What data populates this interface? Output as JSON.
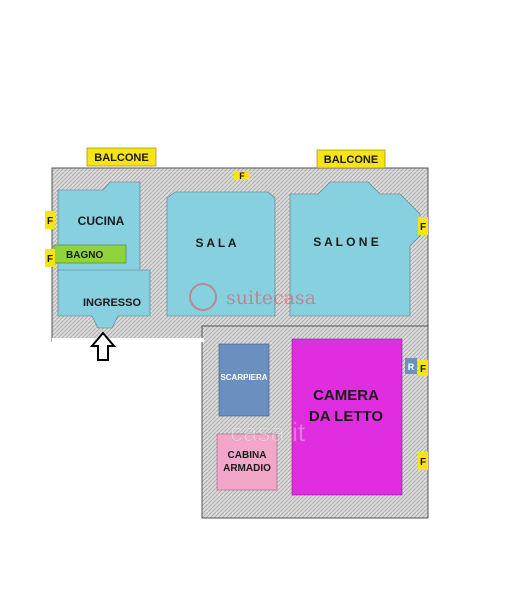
{
  "rooms": {
    "cucina": "CUCINA",
    "bagno": "BAGNO",
    "ingresso": "INGRESSO",
    "sala": "S A L A",
    "salone": "S A L O N E",
    "scarpiera": "SCARPIERA",
    "camera_line1": "CAMERA",
    "camera_line2": "DA LETTO",
    "cabina_line1": "CABINA",
    "cabina_line2": "ARMADIO"
  },
  "balconies": {
    "left": "BALCONE",
    "right": "BALCONE"
  },
  "window_markers": {
    "f": "F",
    "r": "R"
  },
  "watermarks": {
    "logo_text": "suitecasa",
    "site_text": "casa.it"
  },
  "colors": {
    "room_cyan": "#87d0e0",
    "bagno_green": "#8fd43a",
    "scarpiera_blue": "#6b8fbf",
    "camera_magenta": "#e02de0",
    "cabina_pink": "#f2a6c8",
    "balcone_yellow": "#f7e414",
    "wall_gray": "#c8c8c8"
  },
  "icons": [
    "entrance-arrow-icon"
  ]
}
